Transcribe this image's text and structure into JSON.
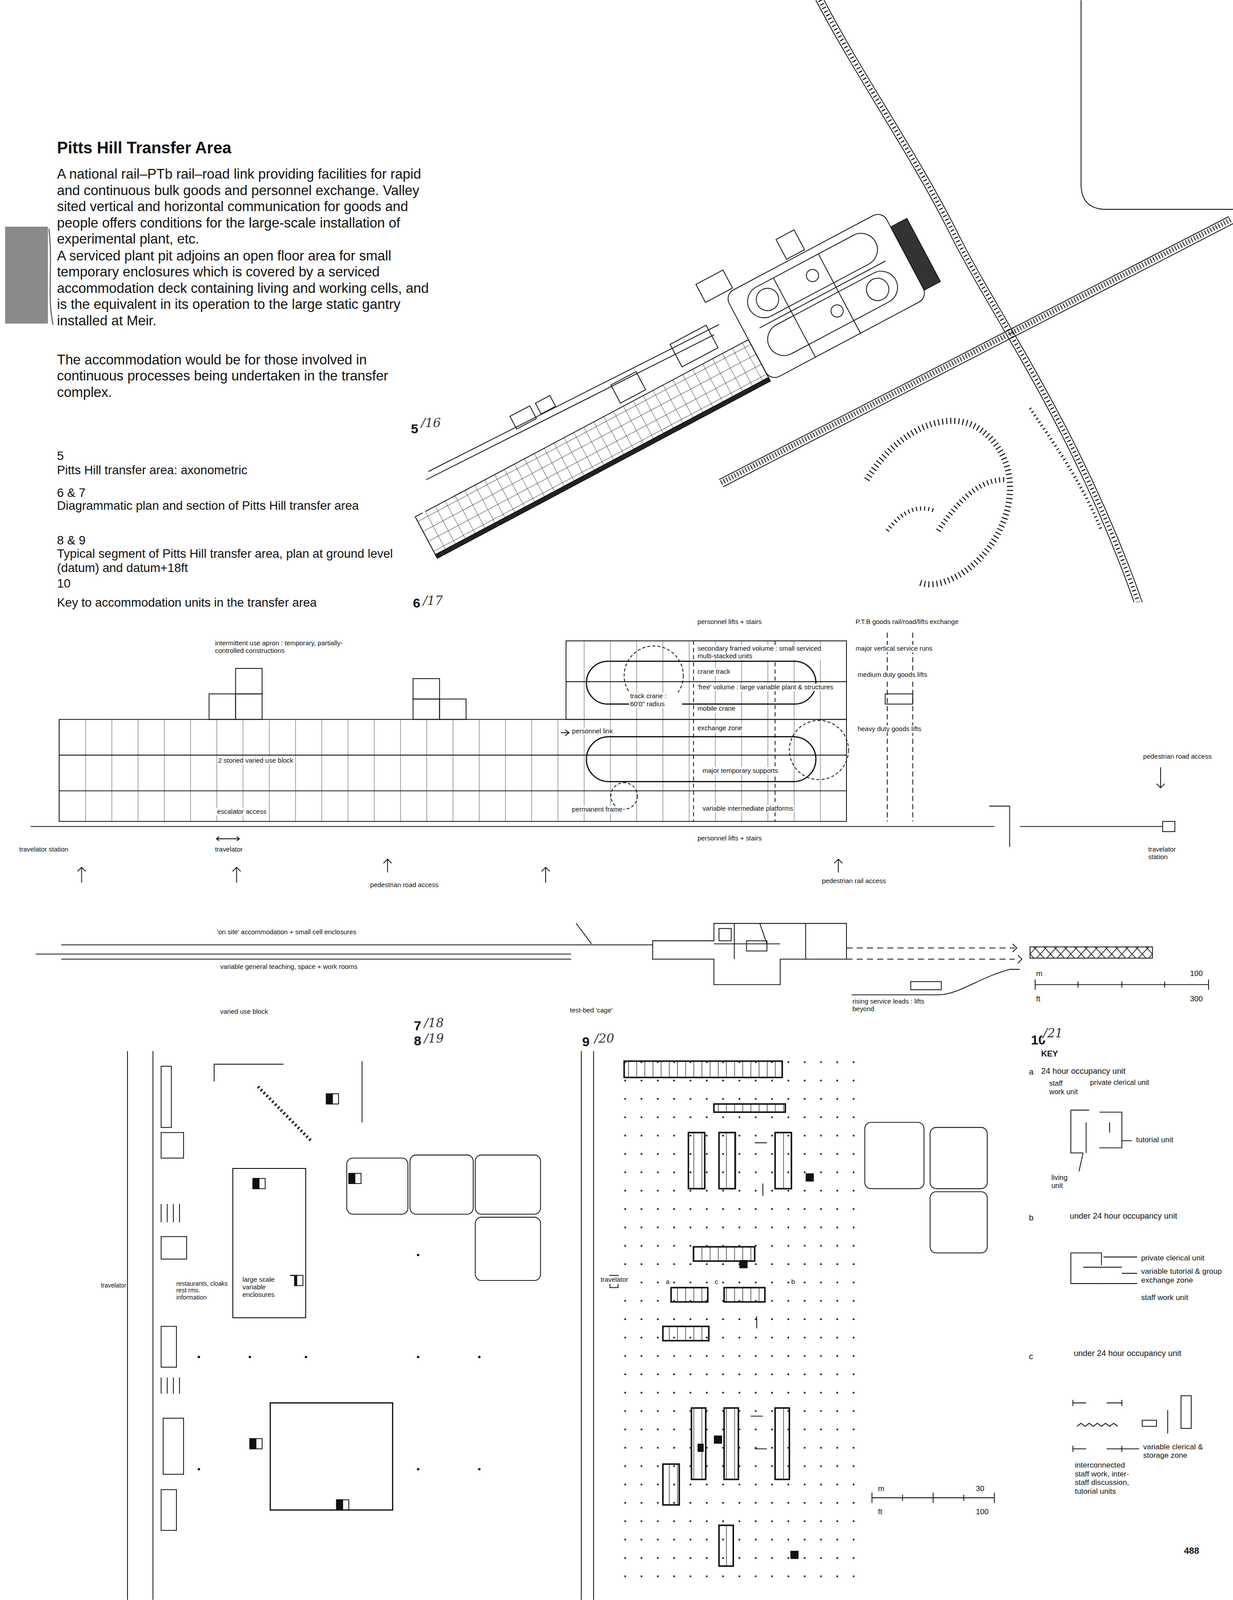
{
  "diagram": {
    "title": "Pitts Hill Transfer Area",
    "nodes": [
      {
        "text": [
          "large scale variable enclosures"
        ]
      }
    ],
    "labels": [
      "A national rail–PTb rail–road link providing facilities for rapid and continuous bulk goods and personnel exchange. Valley sited vertical and horizontal communication for goods and people offers conditions for the large-scale installation of experimental plant, etc.",
      "A serviced plant pit adjoins an open floor area for small temporary enclosures which is covered by a serviced accommodation deck containing living and working cells, and is the equivalent in its operation to the large static gantry installed at Meir.",
      "The accommodation would be for those involved in continuous processes being undertaken in the transfer complex.",
      "5",
      "Pitts Hill transfer area: axonometric",
      "6 & 7",
      "Diagrammatic plan and section of Pitts Hill transfer area",
      "8 & 9",
      "Typical segment of Pitts Hill transfer area, plan at ground level (datum) and datum+18ft",
      "10",
      "Key to accommodation units in the transfer area",
      "5",
      "/16",
      "6",
      "/17",
      "intermittent use apron : temporary, partially-controlled constructions",
      "2 storied varied use block",
      "escalator access",
      "travelator station",
      "travelator",
      "pedestrian road access",
      "personnel link",
      "track crane : 60'0\" radius",
      "permanent frame",
      "personnel lifts + stairs",
      "secondary framed volume : small serviced multi-stacked units",
      "crane track",
      "'free' volume : large variable plant & structures",
      "mobile crane",
      "exchange zone",
      "major temporary supports",
      "variable intermediate platforms",
      "personnel lifts + stairs",
      "P.T.B goods rail/road/lifts exchange",
      "major vertical service runs",
      "medium duty goods lifts",
      "heavy duty goods lifts",
      "pedestrian rail access",
      "pedestrian road access",
      "travelator station",
      "'on site' accommodation + small cell enclosures",
      "variable general teaching, space + work rooms",
      "varied use block",
      "test-bed 'cage'",
      "rising service leads : lifts beyond",
      "m",
      "100",
      "ft",
      "300",
      "7",
      "/18",
      "8",
      "/19",
      "9",
      "/20",
      "travelator",
      "restaurants, cloaks rest rms. information",
      "travelator",
      "a",
      "c",
      "b",
      "m",
      "30",
      "ft",
      "100",
      "10",
      "/21",
      "KEY",
      "a",
      "24 hour occupancy unit",
      "staff work unit",
      "private clerical unit",
      "tutorial unit",
      "living unit",
      "b",
      "under 24 hour occupancy unit",
      "private clerical unit",
      "variable tutorial & group exchange zone",
      "staff work unit",
      "c",
      "under 24 hour occupancy unit",
      "variable clerical & storage zone",
      "interconnected staff work, inter-staff discussion, tutorial units",
      "488"
    ]
  }
}
